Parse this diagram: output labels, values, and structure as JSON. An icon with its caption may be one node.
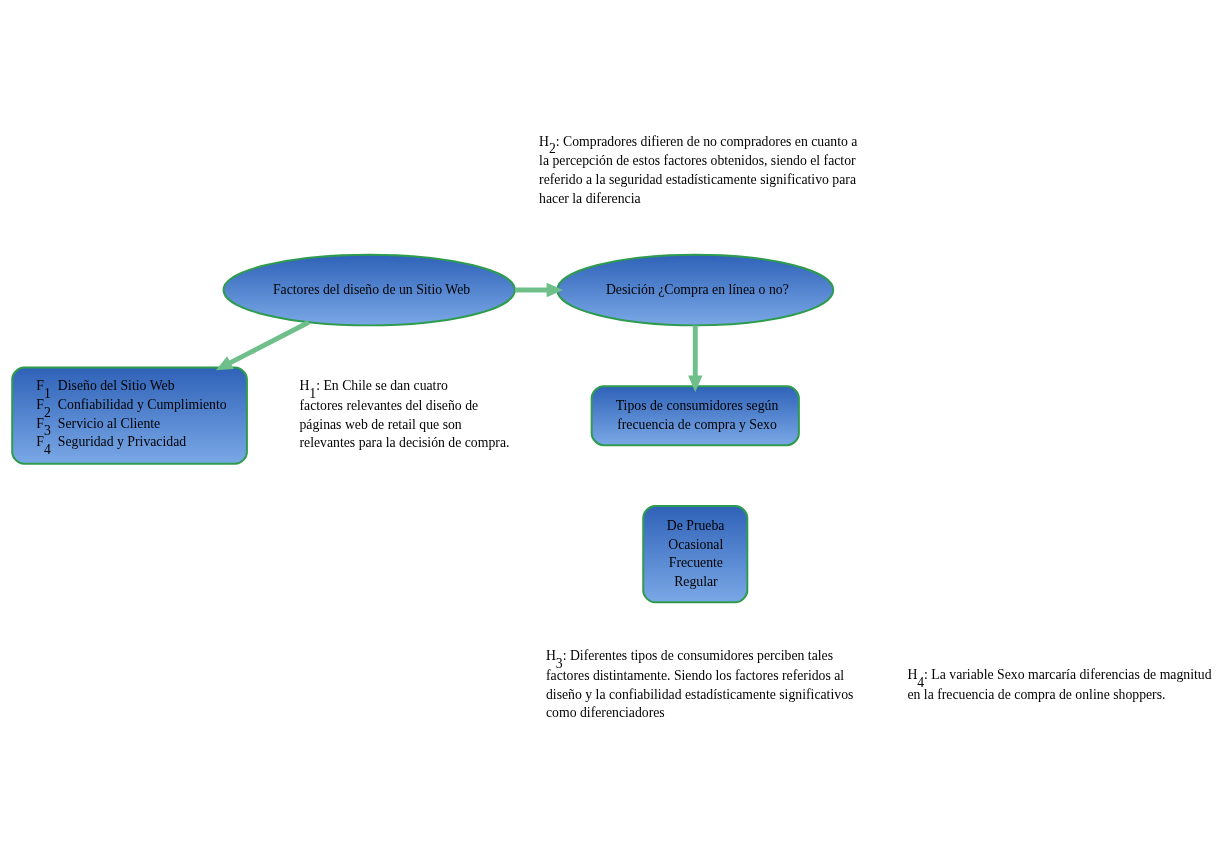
{
  "diagram": {
    "nodes": [
      {
        "text": [
          "Factores del diseño de un Sitio Web"
        ]
      },
      {
        "text": [
          "Desición ¿Compra en línea o no?"
        ]
      },
      {
        "text": [
          "F$_{1}$ Diseño del Sitio Web",
          "F$_{2}$ Confiabilidad y Cumplimiento",
          "F$_{3}$ Servicio al Cliente",
          "F$_{4}$ Seguridad y Privacidad"
        ]
      },
      {
        "text": [
          "Tipos de consumidores según frecuencia de compra y Sexo"
        ]
      },
      {
        "text": [
          "De Prueba",
          "Ocasional",
          "Frecuente",
          "Regular"
        ]
      }
    ],
    "edges": [
      {
        "from": 0,
        "to": 1,
        "arrow": "to"
      },
      {
        "from": 0,
        "to": 2,
        "arrow": "to"
      },
      {
        "from": 1,
        "to": 3,
        "arrow": "to"
      }
    ],
    "labels": [
      "H$_{2}$: Compradores difieren de no compradores en cuanto a la percepción de estos factores obtenidos, siendo el factor referido a la seguridad estadísticamente significativo para hacer la diferencia",
      "H$_{1}$: En Chile se dan cuatro factores relevantes del diseño de páginas web de retail que son relevantes para la decisión de compra.",
      "H$_{3}$: Diferentes tipos de consumidores perciben tales factores distintamente. Siendo los factores referidos al diseño y la confiabilidad estadísticamente significativos como diferenciadores",
      "H$_{4}$: La variable Sexo marcaría diferencias de magnitud en la frecuencia de compra de online shoppers."
    ]
  }
}
